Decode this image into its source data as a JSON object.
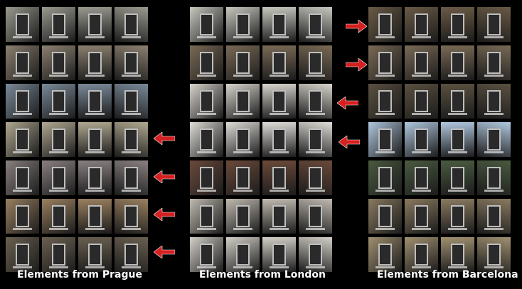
{
  "captions": {
    "prague": "Elements from Prague",
    "london": "Elements from London",
    "barcelona": "Elements from Barcelona"
  },
  "colors": {
    "arrow": "#d42020",
    "background": "#000000",
    "prague_rows": [
      "#9a9a90",
      "#8c8070",
      "#7a8a99",
      "#b0a890",
      "#8a8080",
      "#9a8060",
      "#6a6050"
    ],
    "london_rows": [
      "#c8c8c0",
      "#7a6a55",
      "#d8d4cc",
      "#e0ddd8",
      "#6a4a3a",
      "#c0bab0",
      "#d4d0c8"
    ],
    "barcelona_rows": [
      "#6a5a45",
      "#7a6a55",
      "#5a5040",
      "#b0c8e0",
      "#4a5a40",
      "#8a7a60",
      "#a09070"
    ]
  },
  "arrows": [
    {
      "icon": "right-arrow-icon"
    },
    {
      "icon": "right-arrow-icon"
    },
    {
      "icon": "double-arrow-icon"
    },
    {
      "icon": "left-arrow-icon"
    },
    {
      "icon": "left-arrow-icon"
    },
    {
      "icon": "left-arrow-icon"
    },
    {
      "icon": "left-arrow-icon"
    },
    {
      "icon": "left-arrow-icon"
    }
  ]
}
